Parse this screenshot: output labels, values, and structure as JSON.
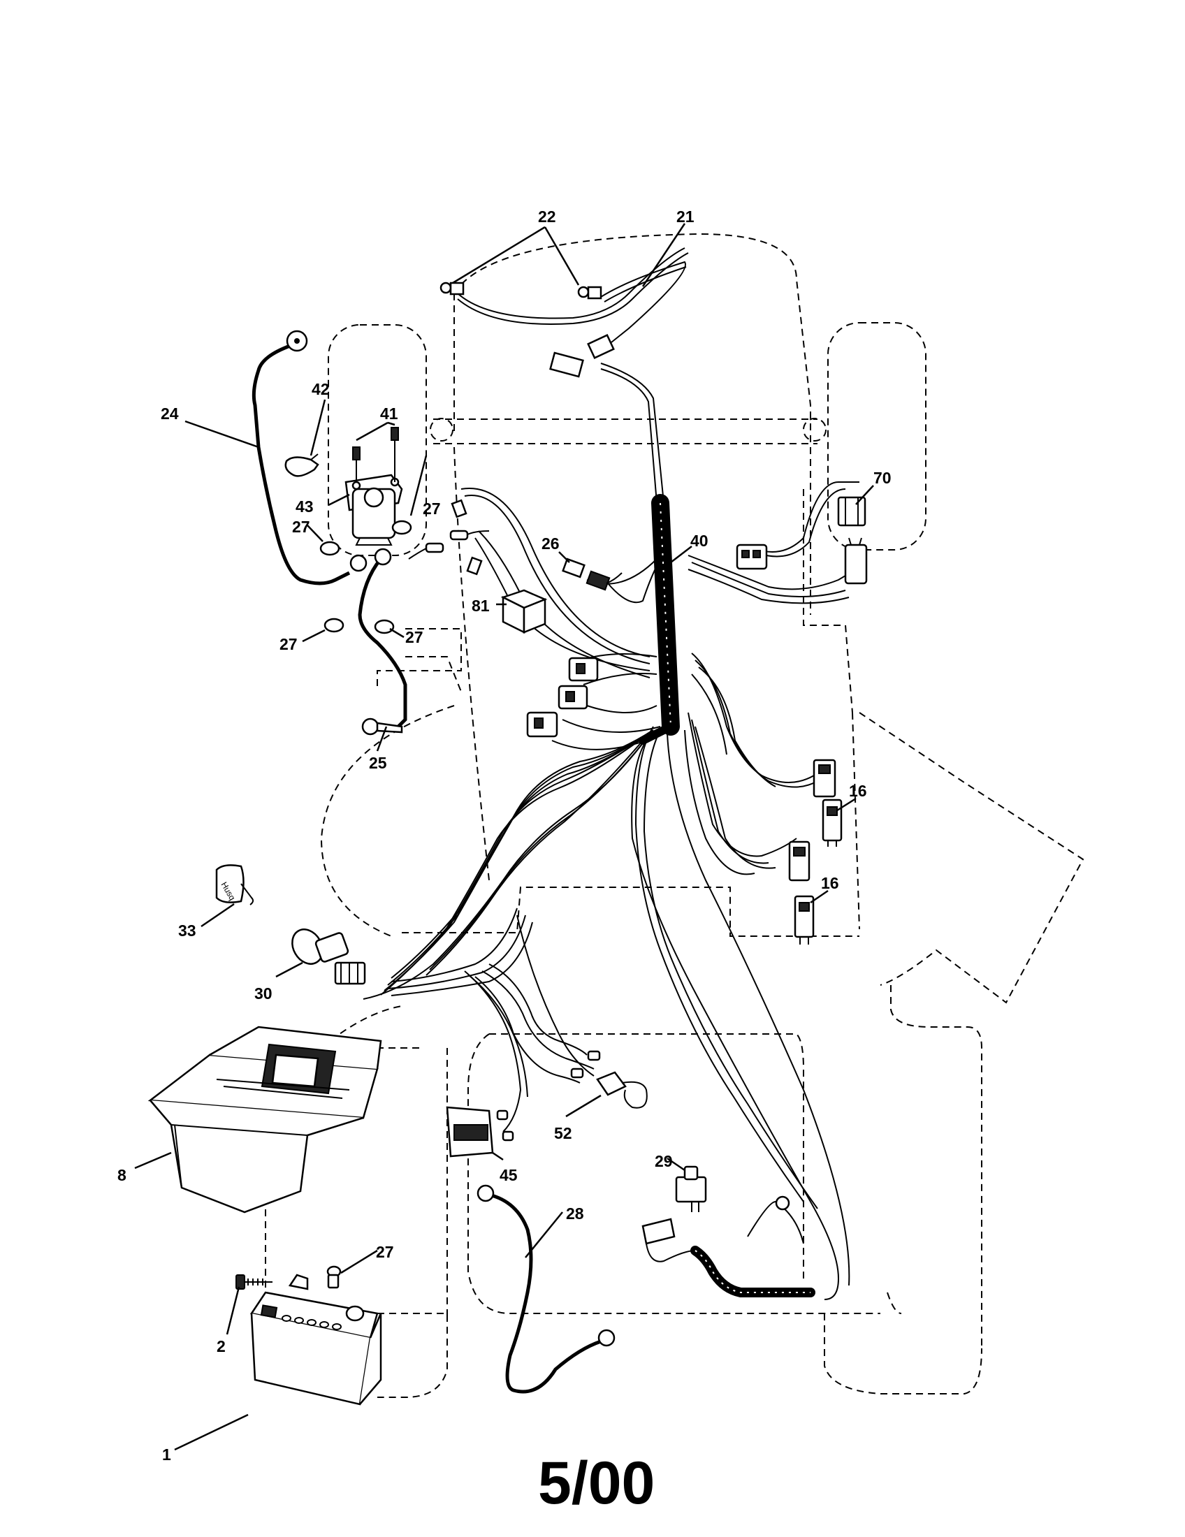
{
  "revision": "5/00",
  "callouts": [
    {
      "id": "c22",
      "text": "22"
    },
    {
      "id": "c21",
      "text": "21"
    },
    {
      "id": "c24",
      "text": "24"
    },
    {
      "id": "c42",
      "text": "42"
    },
    {
      "id": "c41",
      "text": "41"
    },
    {
      "id": "c43",
      "text": "43"
    },
    {
      "id": "c27a",
      "text": "27"
    },
    {
      "id": "c27b",
      "text": "27"
    },
    {
      "id": "c27c",
      "text": "27"
    },
    {
      "id": "c27d",
      "text": "27"
    },
    {
      "id": "c27e",
      "text": "27"
    },
    {
      "id": "c26",
      "text": "26"
    },
    {
      "id": "c40",
      "text": "40"
    },
    {
      "id": "c70",
      "text": "70"
    },
    {
      "id": "c81",
      "text": "81"
    },
    {
      "id": "c25",
      "text": "25"
    },
    {
      "id": "c16a",
      "text": "16"
    },
    {
      "id": "c16b",
      "text": "16"
    },
    {
      "id": "c33",
      "text": "33"
    },
    {
      "id": "c30",
      "text": "30"
    },
    {
      "id": "c8",
      "text": "8"
    },
    {
      "id": "c52",
      "text": "52"
    },
    {
      "id": "c45",
      "text": "45"
    },
    {
      "id": "c29",
      "text": "29"
    },
    {
      "id": "c28",
      "text": "28"
    },
    {
      "id": "c2",
      "text": "2"
    },
    {
      "id": "c1",
      "text": "1"
    }
  ]
}
